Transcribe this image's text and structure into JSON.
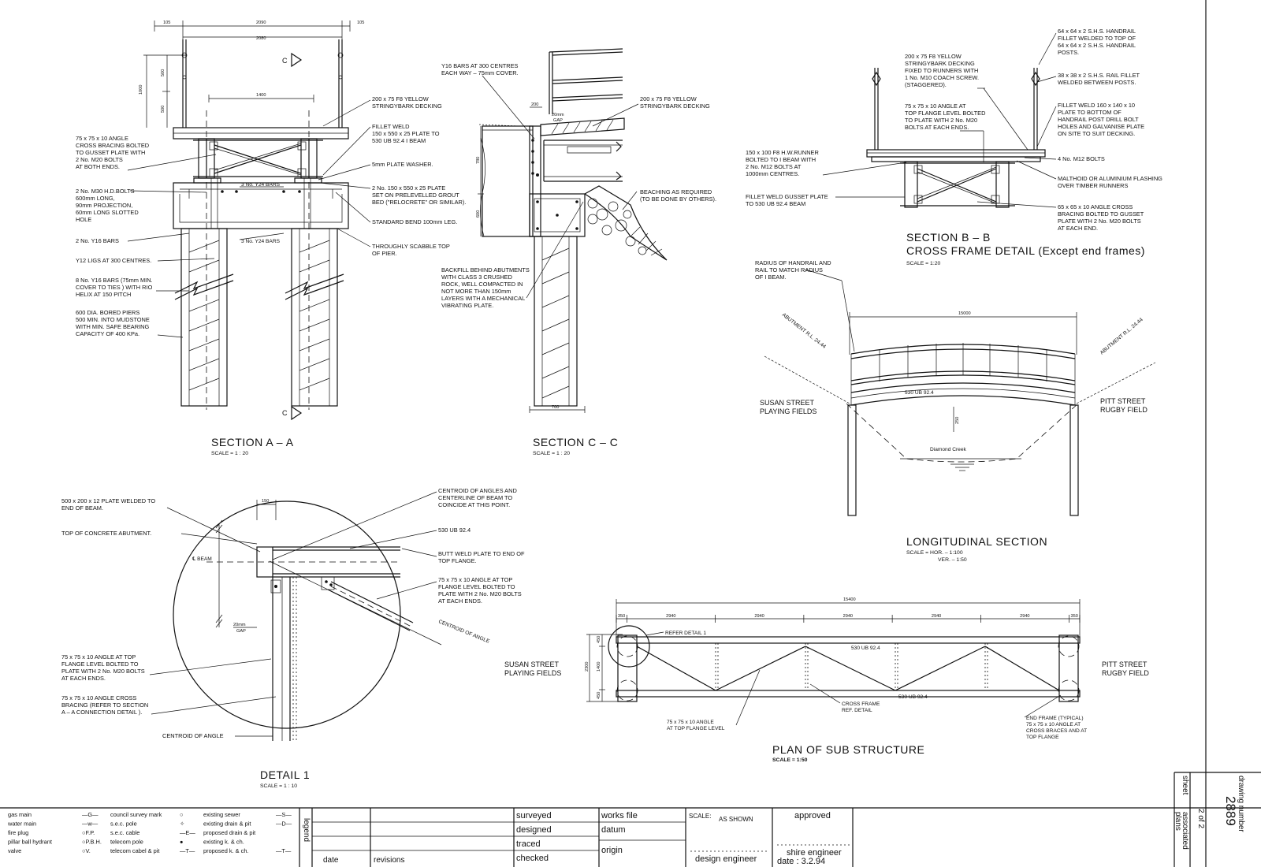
{
  "titles": {
    "section_aa": "SECTION  A  –  A",
    "section_aa_scale": "SCALE = 1 : 20",
    "section_cc": "SECTION  C  –  C",
    "section_cc_scale": "SCALE = 1 : 20",
    "section_bb": "SECTION  B  –  B",
    "section_bb_sub": "CROSS FRAME DETAIL (Except end frames)",
    "section_bb_scale": "SCALE = 1:20",
    "longitudinal": "LONGITUDINAL  SECTION",
    "longitudinal_scale_1": "SCALE = HOR. – 1:100",
    "longitudinal_scale_2": "VER. – 1:50",
    "plan": "PLAN OF SUB STRUCTURE",
    "plan_scale": "SCALE = 1:50",
    "detail1": "DETAIL  1",
    "detail1_scale": "SCALE = 1 : 10"
  },
  "section_aa": {
    "dims": {
      "d105a": "105",
      "d2090": "2090",
      "d105b": "105",
      "d2080": "2080",
      "d1000": "1000",
      "d500a": "500",
      "d500b": "500",
      "d1400": "1400"
    },
    "cut_mark": "C",
    "notes": {
      "n1": [
        "200 x 75 F8 YELLOW",
        "STRINGYBARK DECKING"
      ],
      "n2": [
        "FILLET WELD",
        "150 x 550 x 25 PLATE TO",
        "530 UB 92.4 I BEAM"
      ],
      "n3": [
        "5mm PLATE WASHER."
      ],
      "n4": [
        "2 No. 150 x 550 x 25 PLATE",
        "SET ON PRELEVELLED GROUT",
        "BED (\"RELOCRETE\" OR SIMILAR)."
      ],
      "n5": [
        "STANDARD BEND 100mm LEG."
      ],
      "n6": [
        "THROUGHLY SCABBLE TOP",
        "OF PIER."
      ],
      "l1": [
        "75 x 75 x 10 ANGLE",
        "CROSS BRACING BOLTED",
        "TO GUSSET PLATE WITH",
        "2 No. M20 BOLTS",
        "AT BOTH ENDS."
      ],
      "l2": [
        "2 No. M30 H.D.BOLTS",
        "600mm LONG,",
        "90mm PROJECTION,",
        "60mm LONG SLOTTED",
        "HOLE"
      ],
      "l3": [
        "2 No. Y16 BARS"
      ],
      "l4": [
        "Y12 LIGS AT 300 CENTRES."
      ],
      "l5": [
        "8 No. Y16 BARS (75mm MIN.",
        "COVER TO TIES ) WITH RIO",
        "HELIX AT 150 PITCH"
      ],
      "l6": [
        "600 DIA. BORED PIERS",
        "500 MIN. INTO MUDSTONE",
        "WITH MIN. SAFE BEARING",
        "CAPACITY OF 400 KPa."
      ],
      "bars_top": "3 No. Y24 BARS",
      "bars_bot": "3 No. Y24 BARS"
    }
  },
  "section_cc": {
    "dims": {
      "d200": "200",
      "d20gap": "20mm",
      "dgap": "GAP",
      "d780": "780",
      "d600": "600",
      "d700": "700"
    },
    "notes": {
      "n1": [
        "Y16 BARS AT 300 CENTRES",
        "EACH WAY – 75mm COVER."
      ],
      "n2": [
        "200 x 75 F8 YELLOW",
        "STRINGYBARK DECKING"
      ],
      "n3": [
        "BEACHING AS REQUIRED",
        "(TO BE DONE BY OTHERS)."
      ],
      "n4": [
        "BACKFILL BEHIND ABUTMENTS",
        "WITH CLASS 3 CRUSHED",
        "ROCK, WELL COMPACTED IN",
        "NOT MORE THAN 150mm",
        "LAYERS WITH A MECHANICAL",
        "VIBRATING PLATE."
      ]
    }
  },
  "section_bb": {
    "notes": {
      "r1": [
        "64 x 64 x 2 S.H.S. HANDRAIL",
        "FILLET WELDED TO TOP OF",
        "64 x 64 x 2 S.H.S. HANDRAIL",
        "POSTS."
      ],
      "r2": [
        "38 x 38 x 2 S.H.S. RAIL FILLET",
        "WELDED BETWEEN POSTS."
      ],
      "r3": [
        "FILLET WELD 160 x 140 x 10",
        "PLATE TO BOTTOM OF",
        "HANDRAIL POST DRILL BOLT",
        "HOLES AND GALVANISE PLATE",
        "ON SITE TO SUIT DECKING."
      ],
      "r4": [
        "4 No. M12 BOLTS"
      ],
      "r5": [
        "MALTHOID OR ALUMINIUM FLASHING",
        "OVER TIMBER RUNNERS"
      ],
      "r6": [
        "65 x 65 x 10 ANGLE CROSS",
        "BRACING BOLTED TO GUSSET",
        "PLATE WITH 2 No. M20 BOLTS",
        "AT EACH END."
      ],
      "c1": [
        "200 x 75 F8 YELLOW",
        "STRINGYBARK DECKING",
        "FIXED TO RUNNERS WITH",
        "1 No. M10 COACH SCREW.",
        "(STAGGERED)."
      ],
      "c2": [
        "75 x 75 x 10 ANGLE AT",
        "TOP FLANGE LEVEL BOLTED",
        "TO PLATE WITH 2 No. M20",
        "BOLTS AT EACH ENDS."
      ],
      "l1": [
        "150 x 100 F8 H.W.RUNNER",
        "BOLTED TO I BEAM WITH",
        "2 No. M12 BOLTS AT",
        "1000mm CENTRES."
      ],
      "l2": [
        "FILLET WELD GUSSET PLATE",
        "TO 530 UB 92.4 BEAM"
      ]
    }
  },
  "longitudinal": {
    "radius_note": [
      "RADIUS OF HANDRAIL AND",
      "RAIL TO MATCH RADIUS",
      "OF I BEAM."
    ],
    "span": "15000",
    "abut_left": "ABUTMENT R.L. 24.44",
    "abut_right": "ABUTMENT R.L. 24.44",
    "beam": "530 UB 92.4",
    "d250": "250",
    "creek": "Diamond Creek",
    "left_site": [
      "SUSAN STREET",
      "PLAYING FIELDS"
    ],
    "right_site": [
      "PITT STREET",
      "RUGBY FIELD"
    ]
  },
  "plan": {
    "overall": "15400",
    "bays": [
      "350",
      "2940",
      "2940",
      "2940",
      "2940",
      "2940",
      "350"
    ],
    "sides": [
      "450",
      "1400",
      "450"
    ],
    "total_side": "2300",
    "beam_top": "530 UB 92.4",
    "beam_bot": "530 UB 92.4",
    "refer": "REFER DETAIL 1",
    "cross_frame": [
      "CROSS FRAME",
      "REF. DETAIL"
    ],
    "angle_note": [
      "75 x 75 x 10 ANGLE",
      "AT TOP FLANGE LEVEL"
    ],
    "end_frame": [
      "END FRAME (TYPICAL)",
      "75 x 75 x 10 ANGLE AT",
      "CROSS BRACES AND AT",
      "TOP FLANGE"
    ],
    "left_site": [
      "SUSAN STREET",
      "PLAYING FIELDS"
    ],
    "right_site": [
      "PITT STREET",
      "RUGBY FIELD"
    ]
  },
  "detail1": {
    "d150": "150",
    "d20": "20mm",
    "gap": "GAP",
    "beam_cl": "℄ BEAM",
    "notes": {
      "n1": [
        "500 x 200 x 12 PLATE WELDED TO",
        "END OF BEAM."
      ],
      "n2": [
        "TOP OF CONCRETE ABUTMENT."
      ],
      "n3": [
        "CENTROID OF ANGLES AND",
        "CENTERLINE OF BEAM TO",
        "COINCIDE AT THIS POINT."
      ],
      "n4": [
        "530 UB 92.4"
      ],
      "n5": [
        "BUTT WELD PLATE TO END OF",
        "TOP FLANGE."
      ],
      "n6": [
        "75 x 75 x 10 ANGLE AT TOP",
        "FLANGE LEVEL BOLTED TO",
        "PLATE WITH 2 No. M20 BOLTS",
        "AT EACH ENDS."
      ],
      "n7": "CENTROID OF ANGLE",
      "l1": [
        "75 x 75 x 10 ANGLE AT TOP",
        "FLANGE LEVEL BOLTED TO",
        "PLATE WITH 2 No. M20 BOLTS",
        "AT EACH ENDS."
      ],
      "l2": [
        "75 x 75 x 10 ANGLE CROSS",
        "BRACING (REFER TO SECTION",
        "A – A CONNECTION DETAIL )."
      ],
      "l3": "CENTROID OF ANGLE"
    }
  },
  "title_block": {
    "legend_items": {
      "col1": [
        "gas main",
        "water main",
        "fire plug",
        "pillar ball hydrant",
        "valve"
      ],
      "col2": [
        "council survey mark",
        "s.e.c. pole",
        "s.e.c. cable",
        "telecom pole",
        "telecom cabel & pit"
      ],
      "col2_sym": [
        "—G—",
        "—w—",
        "○F.P.",
        "○P.B.H.",
        "○V."
      ],
      "col2_sym2": [
        "",
        "",
        "",
        "",
        ""
      ],
      "col3": [
        "existing sewer",
        "existing drain & pit",
        "proposed drain & pit",
        "existing k. & ch.",
        "proposed k. & ch."
      ],
      "col3_sym": [
        "—S—",
        "—D—",
        "",
        "",
        "—T—"
      ]
    },
    "legend": "legend",
    "date": "date",
    "revisions": "revisions",
    "surveyed": "surveyed",
    "designed": "designed",
    "traced": "traced",
    "checked": "checked",
    "works_file": "works file",
    "datum": "datum",
    "origin": "origin",
    "scale_label": "SCALE:",
    "scale_value": "AS SHOWN",
    "design_engineer": "design engineer",
    "approved": "approved",
    "shire_engineer": "shire engineer",
    "approved_date": "date : 3.2.94",
    "associated": "associated",
    "plans": "plans",
    "sheet": "sheet",
    "sheet_value": "2  of  2",
    "drawing_number": "drawing number",
    "drawing_value": "2889"
  }
}
